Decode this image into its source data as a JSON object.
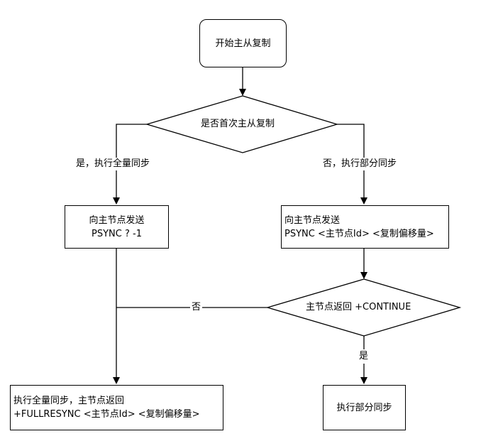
{
  "nodes": {
    "start": "开始主从复制",
    "decision_first": "是否首次主从复制",
    "send_full": {
      "line1": "向主节点发送",
      "line2": "PSYNC ? -1"
    },
    "send_partial": {
      "line1": "向主节点发送",
      "line2": "PSYNC <主节点Id> <复制偏移量>"
    },
    "decision_continue": "主节点返回 +CONTINUE",
    "full_sync": {
      "line1": "执行全量同步，主节点返回",
      "line2": "+FULLRESYNC <主节点Id> <复制偏移量>"
    },
    "partial_sync": "执行部分同步"
  },
  "edges": {
    "yes_full": "是，执行全量同步",
    "no_partial": "否，执行部分同步",
    "no_continue": "否",
    "yes_continue": "是"
  }
}
